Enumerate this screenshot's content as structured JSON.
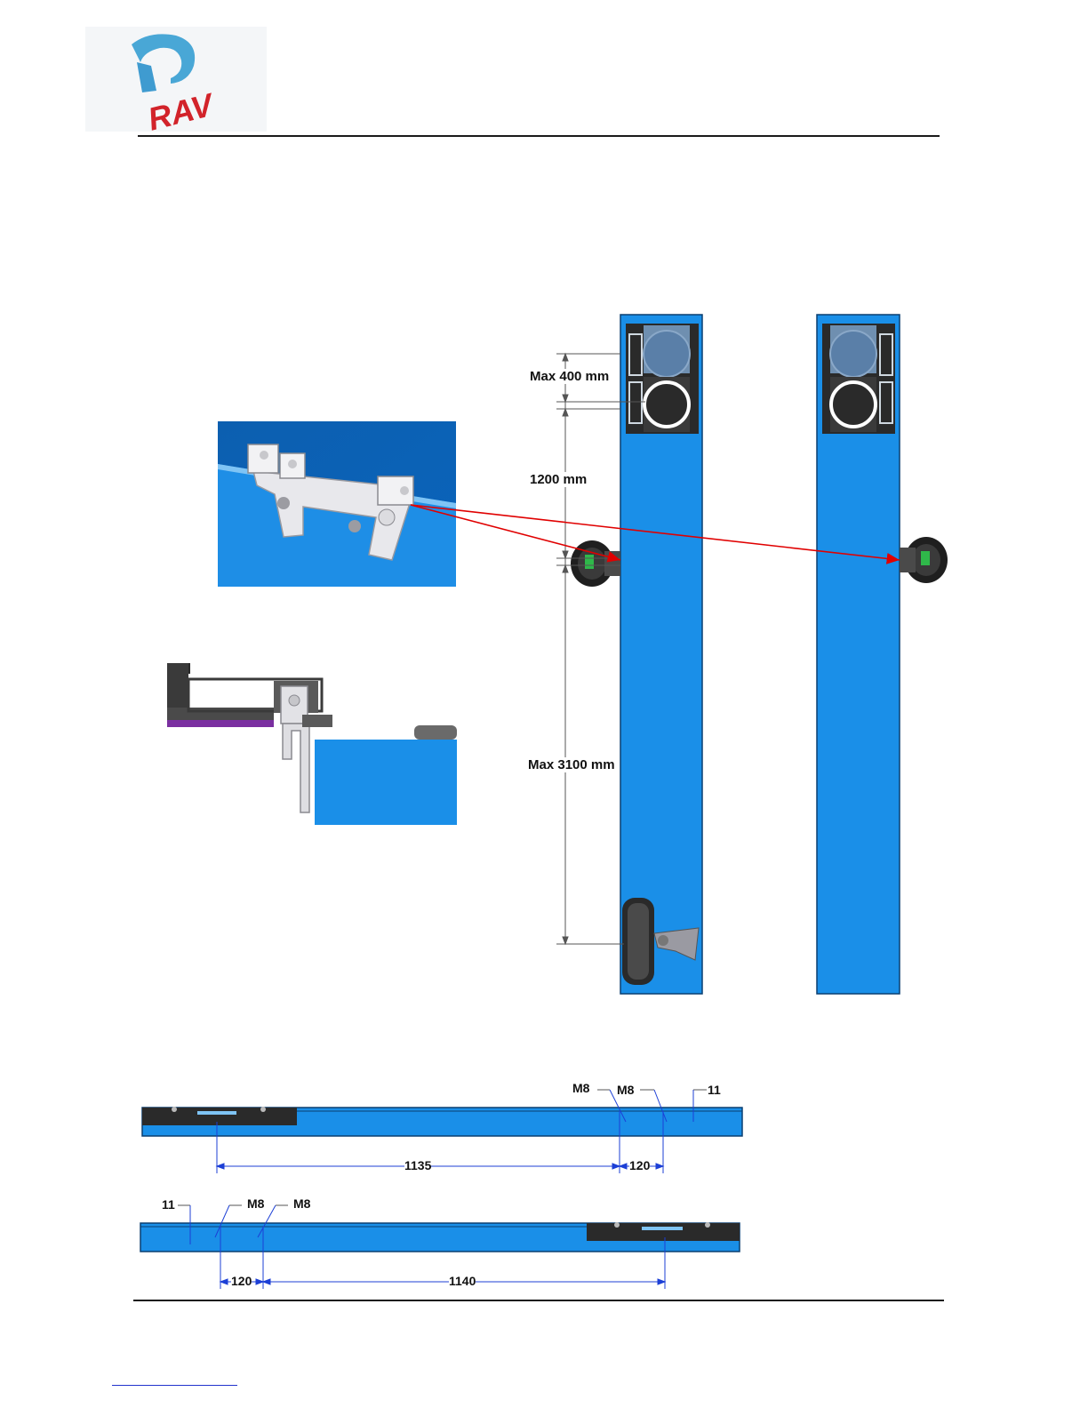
{
  "logo": {
    "text": "RAV"
  },
  "colors": {
    "runway_blue": "#1a8fe8",
    "detail_blue": "#0a67b8",
    "arrow_red": "#e00000",
    "dimension_blue": "#1c3fd6",
    "rule": "#1a1a1a"
  },
  "side_view": {
    "labels": {
      "max_top": "Max 400 mm",
      "middle": "1200 mm",
      "max_bottom": "Max 3100 mm"
    }
  },
  "plan_top": {
    "dims": {
      "span": "1135",
      "pitch": "120"
    },
    "thread_labels": [
      "M8",
      "M8"
    ],
    "offset": "11"
  },
  "plan_bottom": {
    "dims": {
      "span": "1140",
      "pitch": "120"
    },
    "thread_labels": [
      "M8",
      "M8"
    ],
    "offset": "11"
  }
}
